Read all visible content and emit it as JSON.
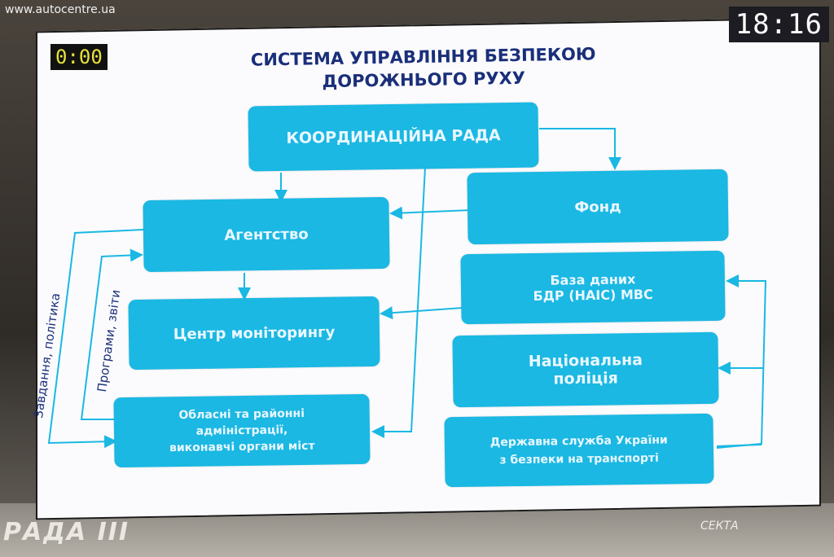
{
  "overlay": {
    "watermark": "www.autocentre.ua",
    "clock": "18:16",
    "timer": "0:00",
    "brand": "РАДА III",
    "maker": "СЕКТА"
  },
  "diagram": {
    "title_line1": "СИСТЕМА УПРАВЛІННЯ  БЕЗПЕКОЮ",
    "title_line2": "ДОРОЖНЬОГО РУХУ",
    "nodes": {
      "council": "КООРДИНАЦІЙНА РАДА",
      "agency": "Агентство",
      "fund": "Фонд",
      "database_line1": "База даних",
      "database_line2": "БДР (НАІС) МВС",
      "monitoring": "Центр моніторингу",
      "police_line1": "Національна",
      "police_line2": "поліція",
      "admin_line1": "Обласні та районні",
      "admin_line2": "адміністрації,",
      "admin_line3": "виконавчі органи міст",
      "transport_line1": "Державна служба України",
      "transport_line2": "з безпеки на транспорті"
    },
    "edge_labels": {
      "tasks_policy": "Завдання, політика",
      "programs_reports": "Програми, звіти"
    },
    "colors": {
      "box": "#1ab8e3",
      "line": "#1ab8e3",
      "title": "#1a2f7a"
    }
  }
}
